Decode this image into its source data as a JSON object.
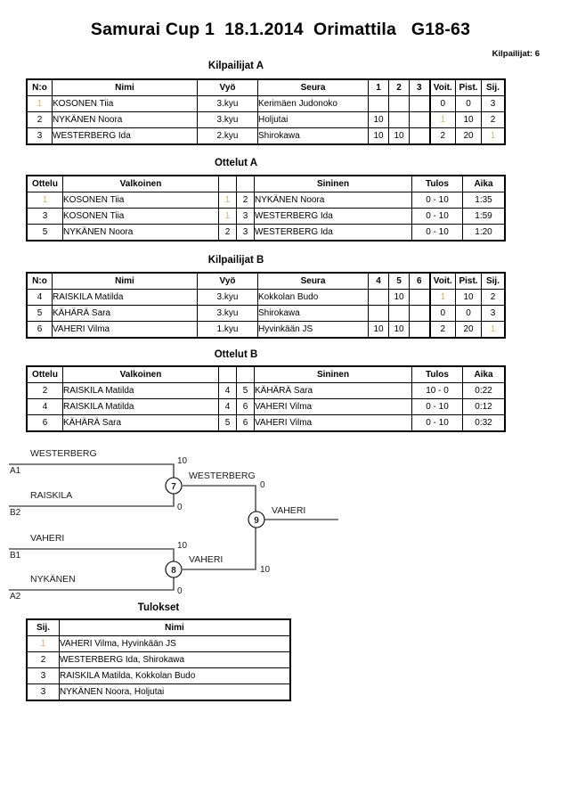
{
  "header": {
    "title": "Samurai Cup 1  18.1.2014  Orimattila   G18-63",
    "competitor_count_label": "Kilpailijat: 6"
  },
  "pool_a": {
    "caption": "Kilpailijat A",
    "columns": [
      "N:o",
      "Nimi",
      "Vyö",
      "Seura",
      "1",
      "2",
      "3",
      "Voit.",
      "Pist.",
      "Sij."
    ],
    "rows": [
      {
        "no": "1",
        "name": "KOSONEN Tiia",
        "belt": "3.kyu",
        "club": "Kerimäen Judonoko",
        "m1": "",
        "m2": "",
        "m3": "",
        "wins": "0",
        "points": "0",
        "rank": "3"
      },
      {
        "no": "2",
        "name": "NYKÄNEN Noora",
        "belt": "3.kyu",
        "club": "Holjutai",
        "m1": "10",
        "m2": "",
        "m3": "",
        "wins": "1",
        "points": "10",
        "rank": "2"
      },
      {
        "no": "3",
        "name": "WESTERBERG Ida",
        "belt": "2.kyu",
        "club": "Shirokawa",
        "m1": "10",
        "m2": "10",
        "m3": "",
        "wins": "2",
        "points": "20",
        "rank": "1"
      }
    ]
  },
  "matches_a": {
    "caption": "Ottelut A",
    "columns": [
      "Ottelu",
      "Valkoinen",
      "",
      "",
      "Sininen",
      "Tulos",
      "Aika"
    ],
    "rows": [
      {
        "match": "1",
        "white": "KOSONEN Tiia",
        "white_no": "1",
        "blue_no": "2",
        "blue": "NYKÄNEN Noora",
        "result": "0 - 10",
        "time": "1:35"
      },
      {
        "match": "3",
        "white": "KOSONEN Tiia",
        "white_no": "1",
        "blue_no": "3",
        "blue": "WESTERBERG Ida",
        "result": "0 - 10",
        "time": "1:59"
      },
      {
        "match": "5",
        "white": "NYKÄNEN Noora",
        "white_no": "2",
        "blue_no": "3",
        "blue": "WESTERBERG Ida",
        "result": "0 - 10",
        "time": "1:20"
      }
    ]
  },
  "pool_b": {
    "caption": "Kilpailijat B",
    "columns": [
      "N:o",
      "Nimi",
      "Vyö",
      "Seura",
      "4",
      "5",
      "6",
      "Voit.",
      "Pist.",
      "Sij."
    ],
    "rows": [
      {
        "no": "4",
        "name": "RAISKILA Matilda",
        "belt": "3.kyu",
        "club": "Kokkolan Budo",
        "m1": "",
        "m2": "10",
        "m3": "",
        "wins": "1",
        "points": "10",
        "rank": "2"
      },
      {
        "no": "5",
        "name": "KÄHÄRÄ Sara",
        "belt": "3.kyu",
        "club": "Shirokawa",
        "m1": "",
        "m2": "",
        "m3": "",
        "wins": "0",
        "points": "0",
        "rank": "3"
      },
      {
        "no": "6",
        "name": "VAHERI Vilma",
        "belt": "1.kyu",
        "club": "Hyvinkään JS",
        "m1": "10",
        "m2": "10",
        "m3": "",
        "wins": "2",
        "points": "20",
        "rank": "1"
      }
    ]
  },
  "matches_b": {
    "caption": "Ottelut B",
    "columns": [
      "Ottelu",
      "Valkoinen",
      "",
      "",
      "Sininen",
      "Tulos",
      "Aika"
    ],
    "rows": [
      {
        "match": "2",
        "white": "RAISKILA Matilda",
        "white_no": "4",
        "blue_no": "5",
        "blue": "KÄHÄRÄ Sara",
        "result": "10 - 0",
        "time": "0:22"
      },
      {
        "match": "4",
        "white": "RAISKILA Matilda",
        "white_no": "4",
        "blue_no": "6",
        "blue": "VAHERI Vilma",
        "result": "0 - 10",
        "time": "0:12"
      },
      {
        "match": "6",
        "white": "KÄHÄRÄ Sara",
        "white_no": "5",
        "blue_no": "6",
        "blue": "VAHERI Vilma",
        "result": "0 - 10",
        "time": "0:32"
      }
    ]
  },
  "bracket": {
    "entries": [
      {
        "name": "WESTERBERG",
        "seed": "A1",
        "score": "10"
      },
      {
        "name": "RAISKILA",
        "seed": "B2",
        "score": "0"
      },
      {
        "name": "VAHERI",
        "seed": "B1",
        "score": "10"
      },
      {
        "name": "NYKÄNEN",
        "seed": "A2",
        "score": "0"
      }
    ],
    "semifinals": [
      {
        "number": "7",
        "winner": "WESTERBERG",
        "winner_score": "0"
      },
      {
        "number": "8",
        "winner": "VAHERI",
        "winner_score": "10"
      }
    ],
    "final": {
      "number": "9",
      "winner": "VAHERI"
    }
  },
  "results": {
    "caption": "Tulokset",
    "columns": [
      "Sij.",
      "Nimi"
    ],
    "rows": [
      {
        "rank": "1",
        "name": "VAHERI Vilma, Hyvinkään JS"
      },
      {
        "rank": "2",
        "name": "WESTERBERG Ida, Shirokawa"
      },
      {
        "rank": "3",
        "name": "RAISKILA Matilda, Kokkolan Budo"
      },
      {
        "rank": "3",
        "name": "NYKÄNEN Noora, Holjutai"
      }
    ]
  }
}
